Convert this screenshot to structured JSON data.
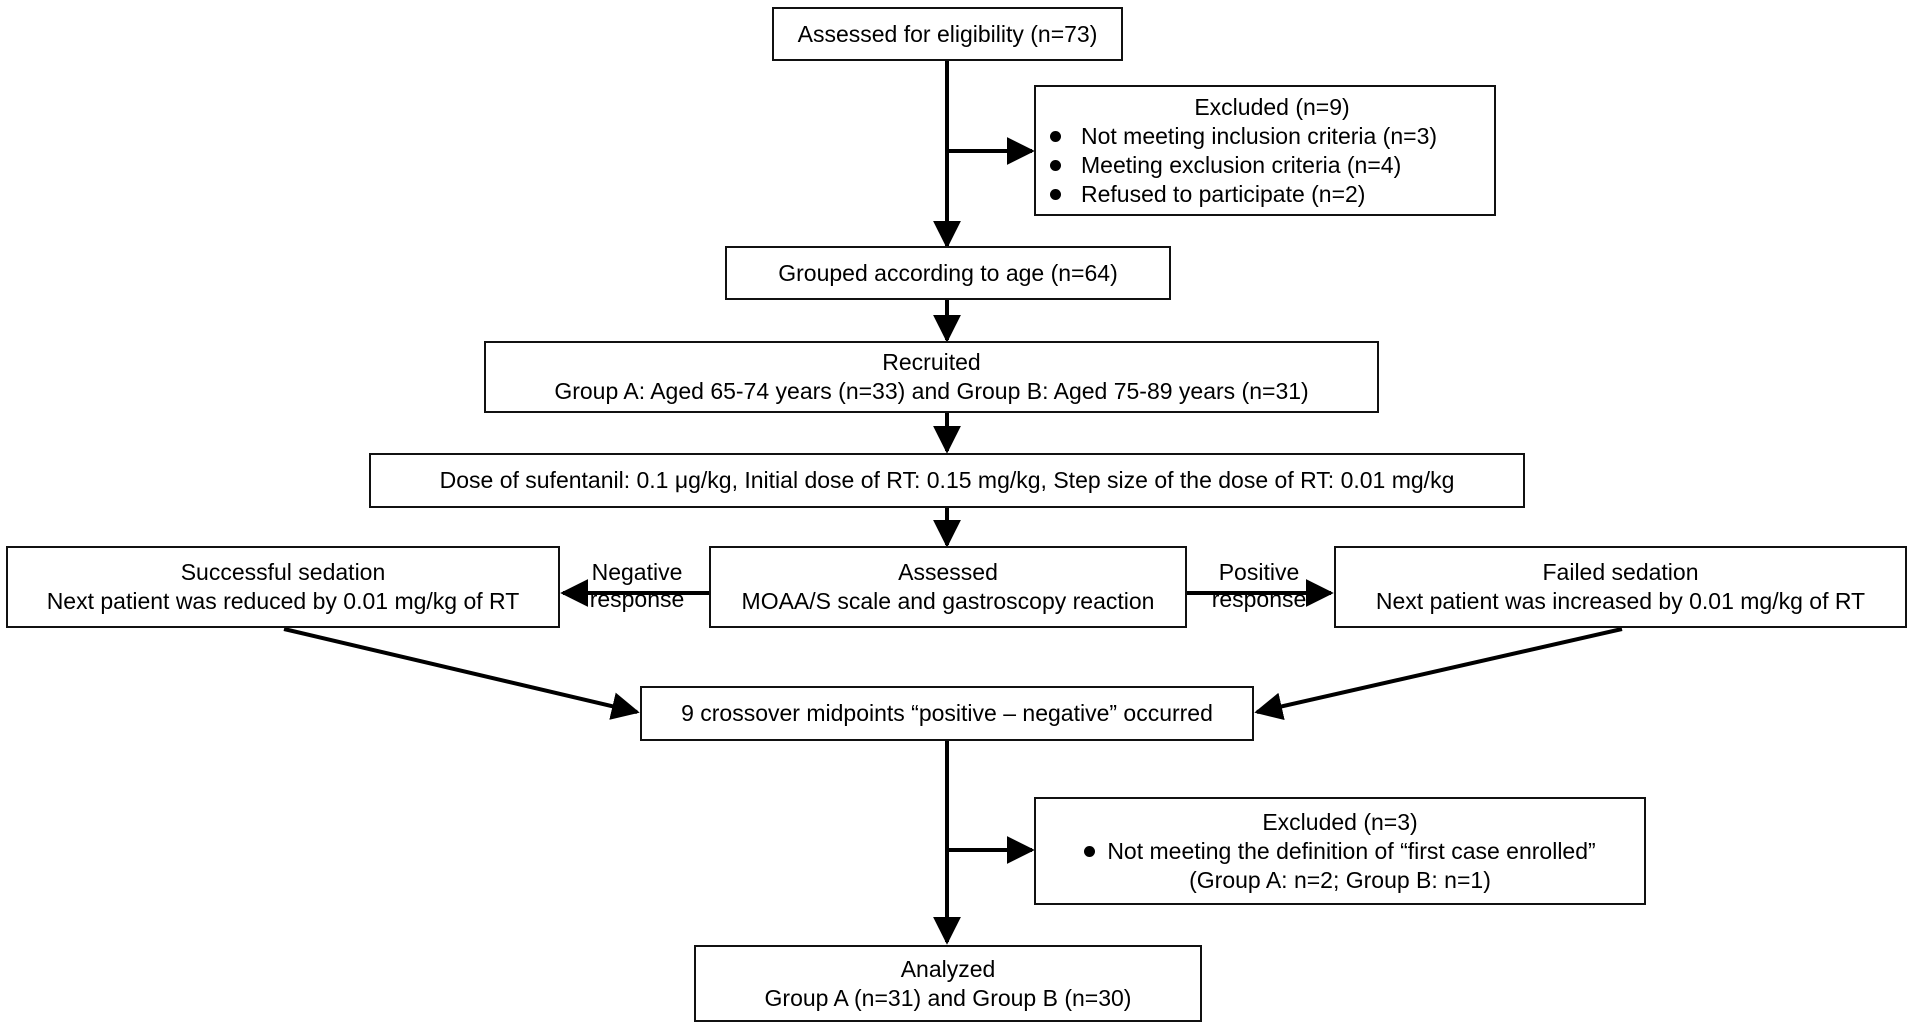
{
  "eligibility": {
    "text": "Assessed for eligibility (n=73)"
  },
  "excluded_1": {
    "title": "Excluded (n=9)",
    "items": [
      "Not meeting inclusion criteria (n=3)",
      "Meeting exclusion criteria (n=4)",
      "Refused to participate (n=2)"
    ]
  },
  "grouped": {
    "text": "Grouped according to age (n=64)"
  },
  "recruited": {
    "title": "Recruited",
    "line": "Group A: Aged 65-74 years (n=33) and Group B: Aged 75-89 years (n=31)"
  },
  "dose": {
    "text": "Dose of sufentanil: 0.1 μg/kg, Initial dose of RT: 0.15 mg/kg, Step size of the dose of RT: 0.01 mg/kg"
  },
  "assessed": {
    "title": "Assessed",
    "line": "MOAA/S scale and gastroscopy reaction"
  },
  "success": {
    "title": "Successful sedation",
    "line": "Next patient was reduced by 0.01 mg/kg of RT"
  },
  "failed": {
    "title": "Failed sedation",
    "line": "Next patient was increased by 0.01 mg/kg of RT"
  },
  "negative_label": {
    "line1": "Negative",
    "line2": "response"
  },
  "positive_label": {
    "line1": "Positive",
    "line2": "response"
  },
  "crossover": {
    "text": "9 crossover midpoints “positive – negative” occurred"
  },
  "excluded_2": {
    "title": "Excluded (n=3)",
    "item": "Not meeting the definition of “first case enrolled”",
    "note": "(Group A: n=2; Group B: n=1)"
  },
  "analyzed": {
    "title": "Analyzed",
    "line": "Group A (n=31) and Group B (n=30)"
  }
}
